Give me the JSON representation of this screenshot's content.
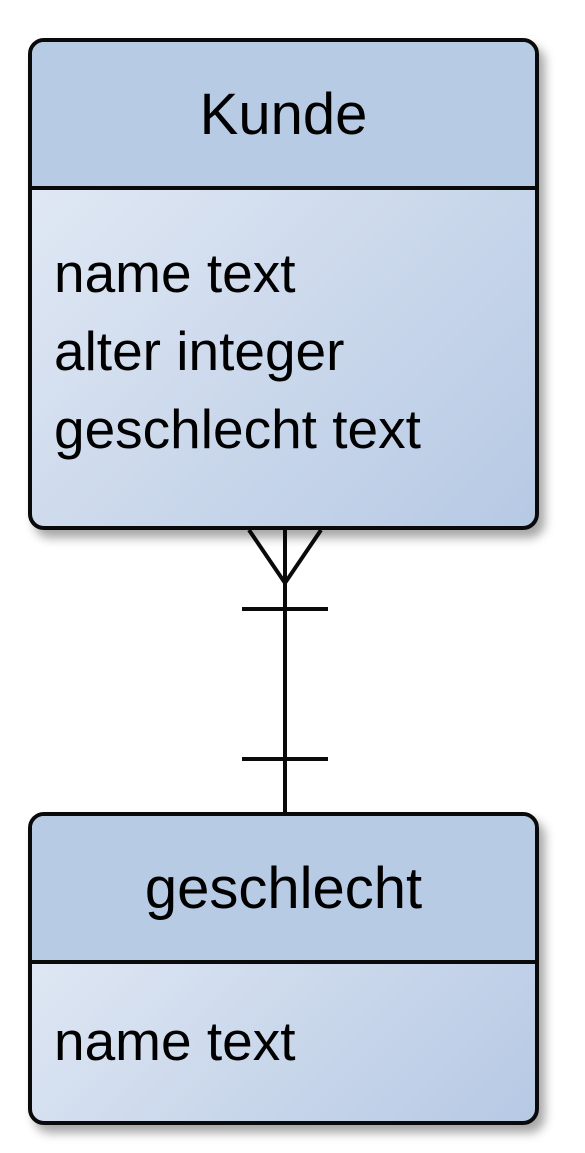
{
  "entities": {
    "kunde": {
      "name": "Kunde",
      "attributes": [
        "name text",
        "alter integer",
        "geschlecht text"
      ]
    },
    "geschlecht": {
      "name": "geschlecht",
      "attributes": [
        "name text"
      ]
    }
  },
  "relationship": {
    "from": "Kunde",
    "to": "geschlecht",
    "from_cardinality": "many",
    "to_cardinality": "one"
  },
  "colors": {
    "header_fill": "#b8cbe4",
    "body_gradient_start": "#e7edf7",
    "body_gradient_end": "#b6c9e4",
    "stroke": "#0a0a0a"
  }
}
